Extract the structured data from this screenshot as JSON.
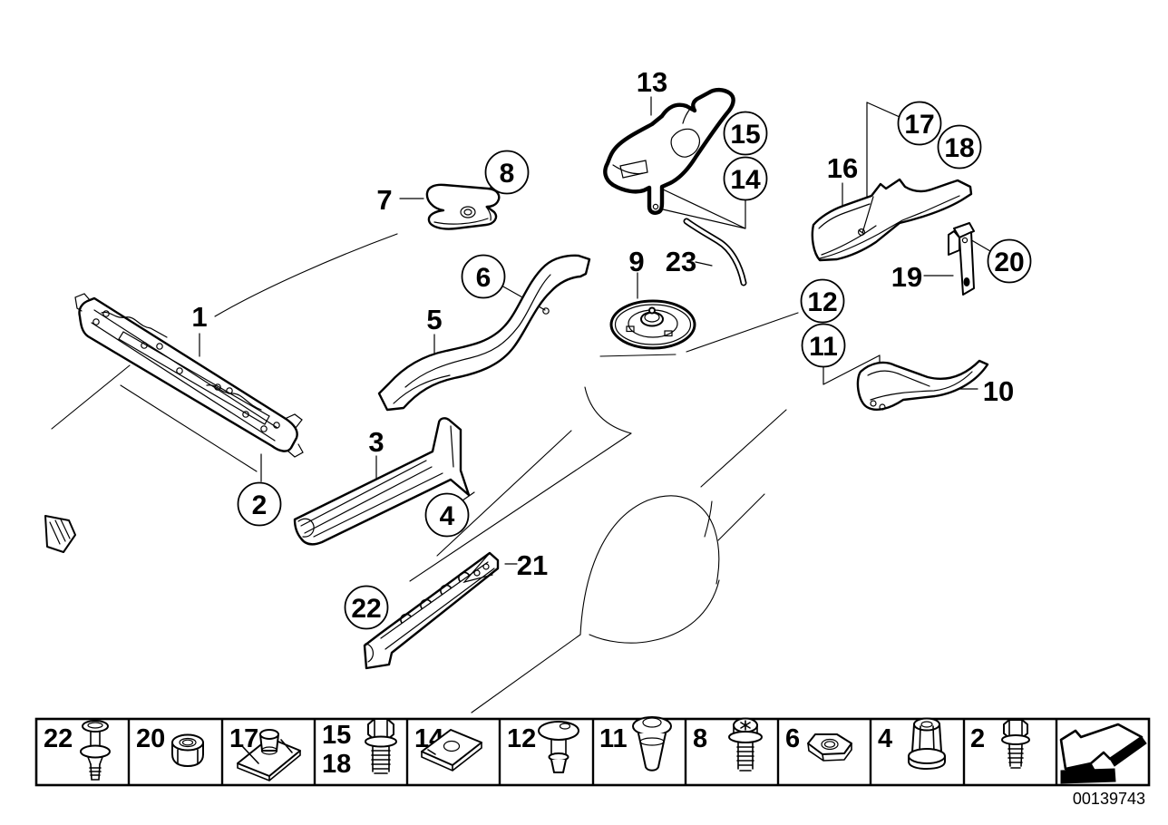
{
  "colors": {
    "ink": "#000000",
    "paper": "#ffffff"
  },
  "callouts": {
    "plain": [
      {
        "id": "label-1",
        "text": "1"
      },
      {
        "id": "label-3",
        "text": "3"
      },
      {
        "id": "label-5",
        "text": "5"
      },
      {
        "id": "label-7",
        "text": "7"
      },
      {
        "id": "label-9",
        "text": "9"
      },
      {
        "id": "label-10",
        "text": "10"
      },
      {
        "id": "label-13",
        "text": "13"
      },
      {
        "id": "label-16",
        "text": "16"
      },
      {
        "id": "label-19",
        "text": "19"
      },
      {
        "id": "label-21",
        "text": "21"
      },
      {
        "id": "label-23",
        "text": "23"
      }
    ],
    "circled": [
      {
        "id": "callout-2",
        "text": "2"
      },
      {
        "id": "callout-4",
        "text": "4"
      },
      {
        "id": "callout-6",
        "text": "6"
      },
      {
        "id": "callout-8",
        "text": "8"
      },
      {
        "id": "callout-11",
        "text": "11"
      },
      {
        "id": "callout-12",
        "text": "12"
      },
      {
        "id": "callout-14",
        "text": "14"
      },
      {
        "id": "callout-15",
        "text": "15"
      },
      {
        "id": "callout-17",
        "text": "17"
      },
      {
        "id": "callout-18",
        "text": "18"
      },
      {
        "id": "callout-20",
        "text": "20"
      },
      {
        "id": "callout-22",
        "text": "22"
      }
    ]
  },
  "fastener_strip": {
    "cells": [
      {
        "labels": [
          "22"
        ],
        "icon": "expanding-rivet-icon"
      },
      {
        "labels": [
          "20"
        ],
        "icon": "self-locking-nut-icon"
      },
      {
        "labels": [
          "17"
        ],
        "icon": "cage-nut-icon"
      },
      {
        "labels": [
          "15",
          "18"
        ],
        "icon": "hex-flange-bolt-icon"
      },
      {
        "labels": [
          "14"
        ],
        "icon": "sheet-metal-clip-icon"
      },
      {
        "labels": [
          "12"
        ],
        "icon": "expanding-rivet-large-head-icon"
      },
      {
        "labels": [
          "11"
        ],
        "icon": "sealing-plug-icon"
      },
      {
        "labels": [
          "8"
        ],
        "icon": "torx-washer-screw-icon"
      },
      {
        "labels": [
          "6"
        ],
        "icon": "hex-nut-icon"
      },
      {
        "labels": [
          "4"
        ],
        "icon": "cap-nut-icon"
      },
      {
        "labels": [
          "2"
        ],
        "icon": "hex-washer-bolt-icon"
      }
    ]
  },
  "footer": {
    "part_number": "00139743"
  }
}
